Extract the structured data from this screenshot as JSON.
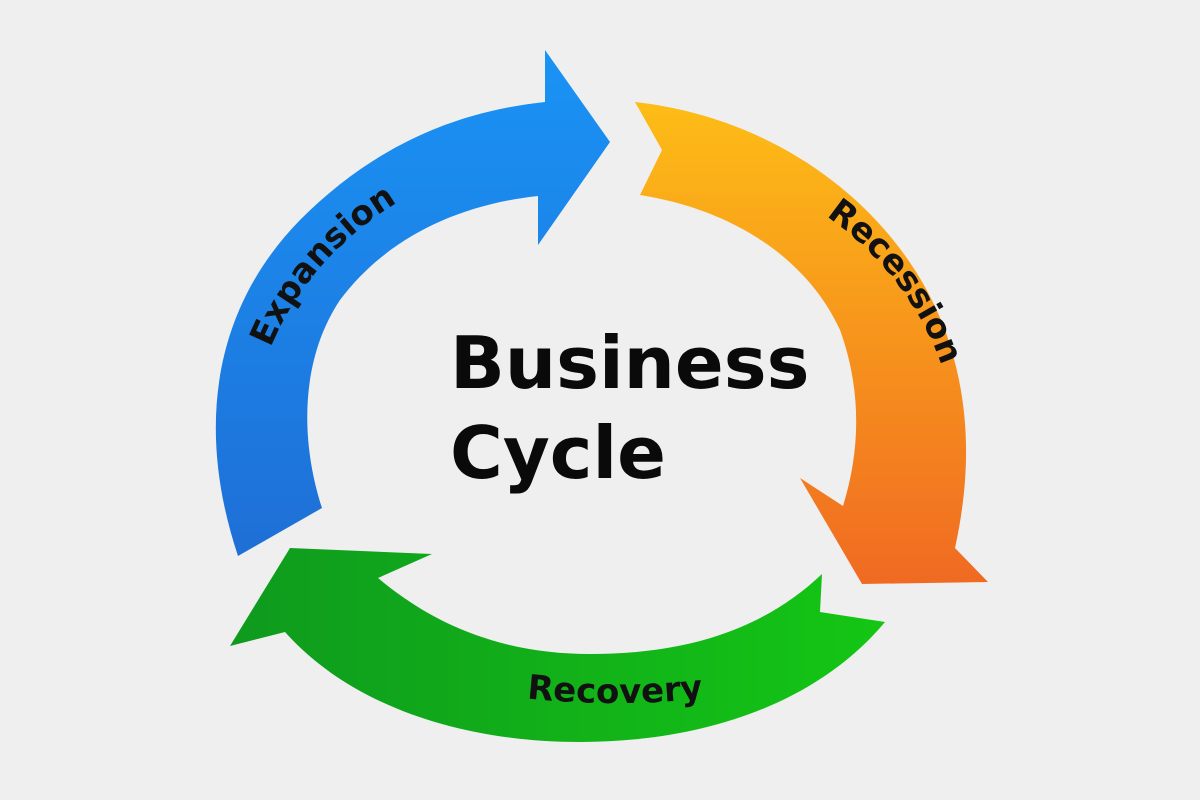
{
  "title": {
    "line1": "Business",
    "line2": "Cycle"
  },
  "segments": [
    {
      "label": "Expansion",
      "color_start": "#1a93f5",
      "color_end": "#1e6fd6"
    },
    {
      "label": "Recession",
      "color_start": "#fdbd16",
      "color_end": "#f06a22"
    },
    {
      "label": "Recovery",
      "color_start": "#0f9a1e",
      "color_end": "#14c614"
    }
  ],
  "colors": {
    "background": "#efefef",
    "text": "#111111"
  }
}
